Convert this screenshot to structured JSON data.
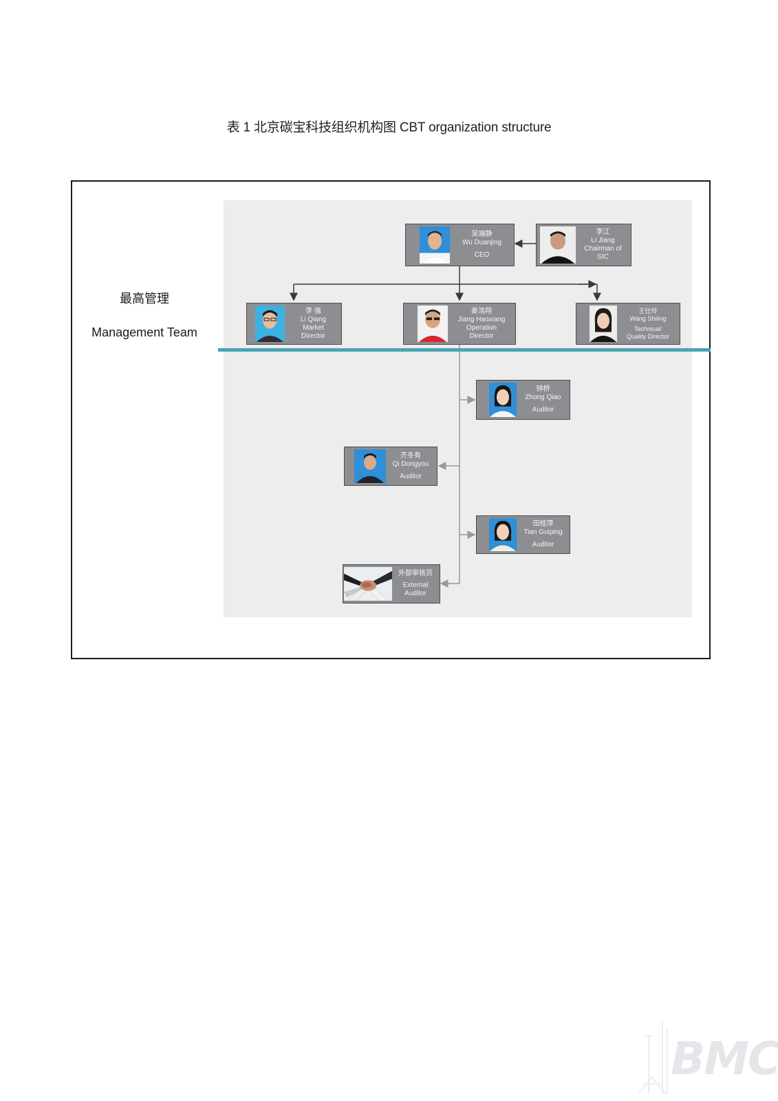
{
  "caption": "表 1 北京碳宝科技组织机构图 CBT organization structure",
  "side_label": {
    "zh": "最高管理",
    "en": "Management Team"
  },
  "people": {
    "ceo": {
      "name_zh": "吴端静",
      "name_en": "Wu Duanjing",
      "title1": "CEO",
      "title2": ""
    },
    "chairman": {
      "name_zh": "李江",
      "name_en": "Li Jiang",
      "title1": "Chairman of",
      "title2": "SIC"
    },
    "market": {
      "name_zh": "李 强",
      "name_en": "Li Qiang",
      "title1": "Market",
      "title2": "Director"
    },
    "operation": {
      "name_zh": "姜浩翔",
      "name_en": "Jiang Haoxiang",
      "title1": "Operation",
      "title2": "Director"
    },
    "technical": {
      "name_zh": "王仕玲",
      "name_en": "Wang Shiling",
      "title1": "Technical/",
      "title2": "Quality Director"
    },
    "zhong": {
      "name_zh": "钟桥",
      "name_en": "Zhong Qiao",
      "title1": "Auditor",
      "title2": ""
    },
    "qi": {
      "name_zh": "齐冬有",
      "name_en": "Qi Dongyou",
      "title1": "Auditor",
      "title2": ""
    },
    "tian": {
      "name_zh": "田桂萍",
      "name_en": "Tian Guiping",
      "title1": "Auditor",
      "title2": ""
    },
    "external": {
      "name_zh": "外部审核员",
      "name_en": "",
      "title1": "External",
      "title2": "Auditor"
    }
  },
  "colors": {
    "card_bg": "#8c8e92",
    "panel_bg": "#ecedec",
    "divider": "#4aa3b5",
    "connector": "#6e6e6e"
  },
  "icons": [
    "portrait-photo-icon",
    "hands-together-photo-icon",
    "bmc-watermark-logo"
  ]
}
